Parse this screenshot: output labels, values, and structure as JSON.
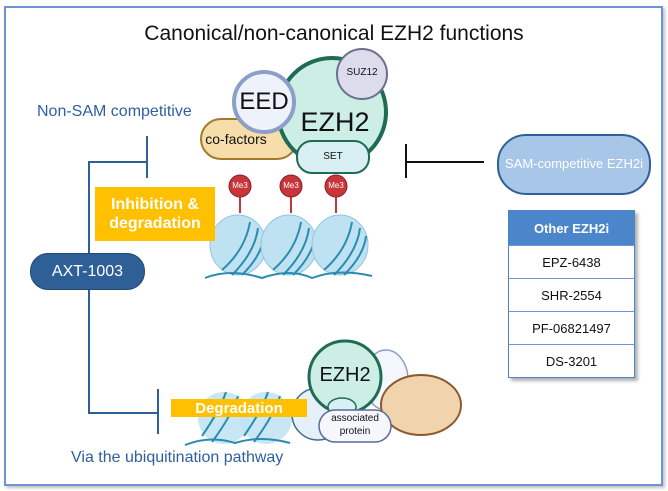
{
  "title": "Canonical/non-canonical EZH2 functions",
  "labels": {
    "non_sam": "Non-SAM competitive",
    "ubiquitination": "Via the ubiquitination pathway",
    "axt": "AXT-1003",
    "sam_competitive": "SAM-competitive EZH2i",
    "inhibition": "Inhibition & degradation",
    "degradation": "Degradation"
  },
  "complex": {
    "eed": "EED",
    "ezh2": "EZH2",
    "suz12": "SUZ12",
    "cofactors": "co-factors",
    "set": "SET",
    "me3": [
      "Me3",
      "Me3",
      "Me3"
    ]
  },
  "lower_complex": {
    "ezh2": "EZH2",
    "associated_line1": "associated",
    "associated_line2": "protein"
  },
  "other_inhibitors": {
    "header": "Other EZH2i",
    "items": [
      "EPZ-6438",
      "SHR-2554",
      "PF-06821497",
      "DS-3201"
    ]
  },
  "colors": {
    "dark_blue": "#2e5f96",
    "light_blue": "#a7c6e8",
    "yellow": "#ffc000",
    "ezh2_fill": "#cdeee5",
    "ezh2_stroke": "#1f6b54",
    "me3": "#c8363c"
  }
}
